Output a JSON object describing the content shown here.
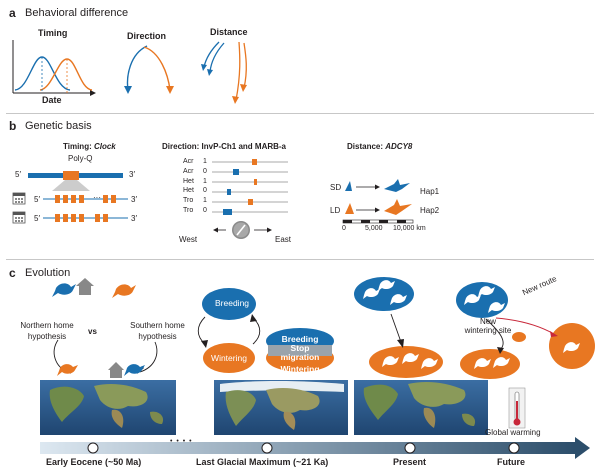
{
  "colors": {
    "blue": "#1a6faf",
    "orange": "#e87722",
    "dark": "#231f20",
    "teal": "#3a9bc6",
    "arrow_dark": "#2c4e6b",
    "arrow_light": "#c9dbe8",
    "route_red": "#c8283a"
  },
  "panel_a": {
    "letter": "a",
    "title": "Behavioral difference",
    "timing": "Timing",
    "date": "Date",
    "direction": "Direction",
    "distance": "Distance"
  },
  "panel_b": {
    "letter": "b",
    "title": "Genetic basis",
    "timing_prefix": "Timing: ",
    "timing_gene": "Clock",
    "polyq": "Poly-Q",
    "five_prime": "5′",
    "three_prime": "3′",
    "ellipsis": "···",
    "direction_title": "Direction: InvP-Ch1 and MARB-a",
    "rows": [
      {
        "label": "Acr",
        "value": "1"
      },
      {
        "label": "Acr",
        "value": "0"
      },
      {
        "label": "Het",
        "value": "1"
      },
      {
        "label": "Het",
        "value": "0"
      },
      {
        "label": "Tro",
        "value": "1"
      },
      {
        "label": "Tro",
        "value": "0"
      }
    ],
    "west": "West",
    "east": "East",
    "distance_prefix": "Distance: ",
    "distance_gene": "ADCY8",
    "sd": "SD",
    "ld": "LD",
    "hap1": "Hap1",
    "hap2": "Hap2",
    "scale_0": "0",
    "scale_5000": "5,000",
    "scale_10000": "10,000 km"
  },
  "panel_c": {
    "letter": "c",
    "title": "Evolution",
    "northern": "Northern home hypothesis",
    "vs": "vs",
    "southern": "Southern home hypothesis",
    "breeding": "Breeding",
    "wintering": "Wintering",
    "stop_migration": "Stop migration",
    "new_route": "New route",
    "new_wintering_site": "New wintering site",
    "global_warming": "Global warming",
    "timeline": [
      "Early Eocene (~50 Ma)",
      "Last Glacial Maximum (~21 Ka)",
      "Present",
      "Future"
    ],
    "timeline_dots": "• • • •"
  }
}
